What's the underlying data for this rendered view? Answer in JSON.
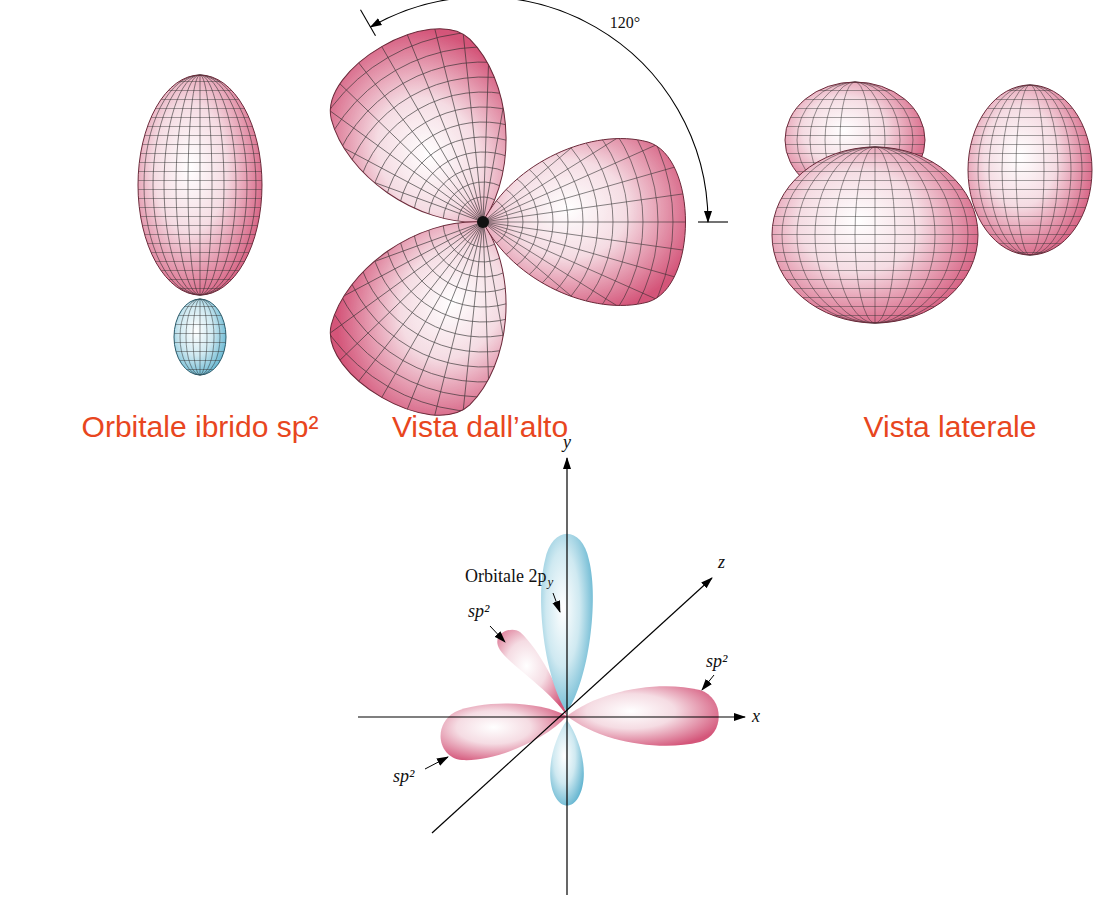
{
  "diagram": {
    "labels": [
      "120°",
      "Orbitale ibrido sp²",
      "Vista dall’alto",
      "Vista laterale",
      "y",
      "Orbitale 2p",
      "y",
      "z",
      "sp²",
      "sp²",
      "x",
      "sp²"
    ]
  }
}
